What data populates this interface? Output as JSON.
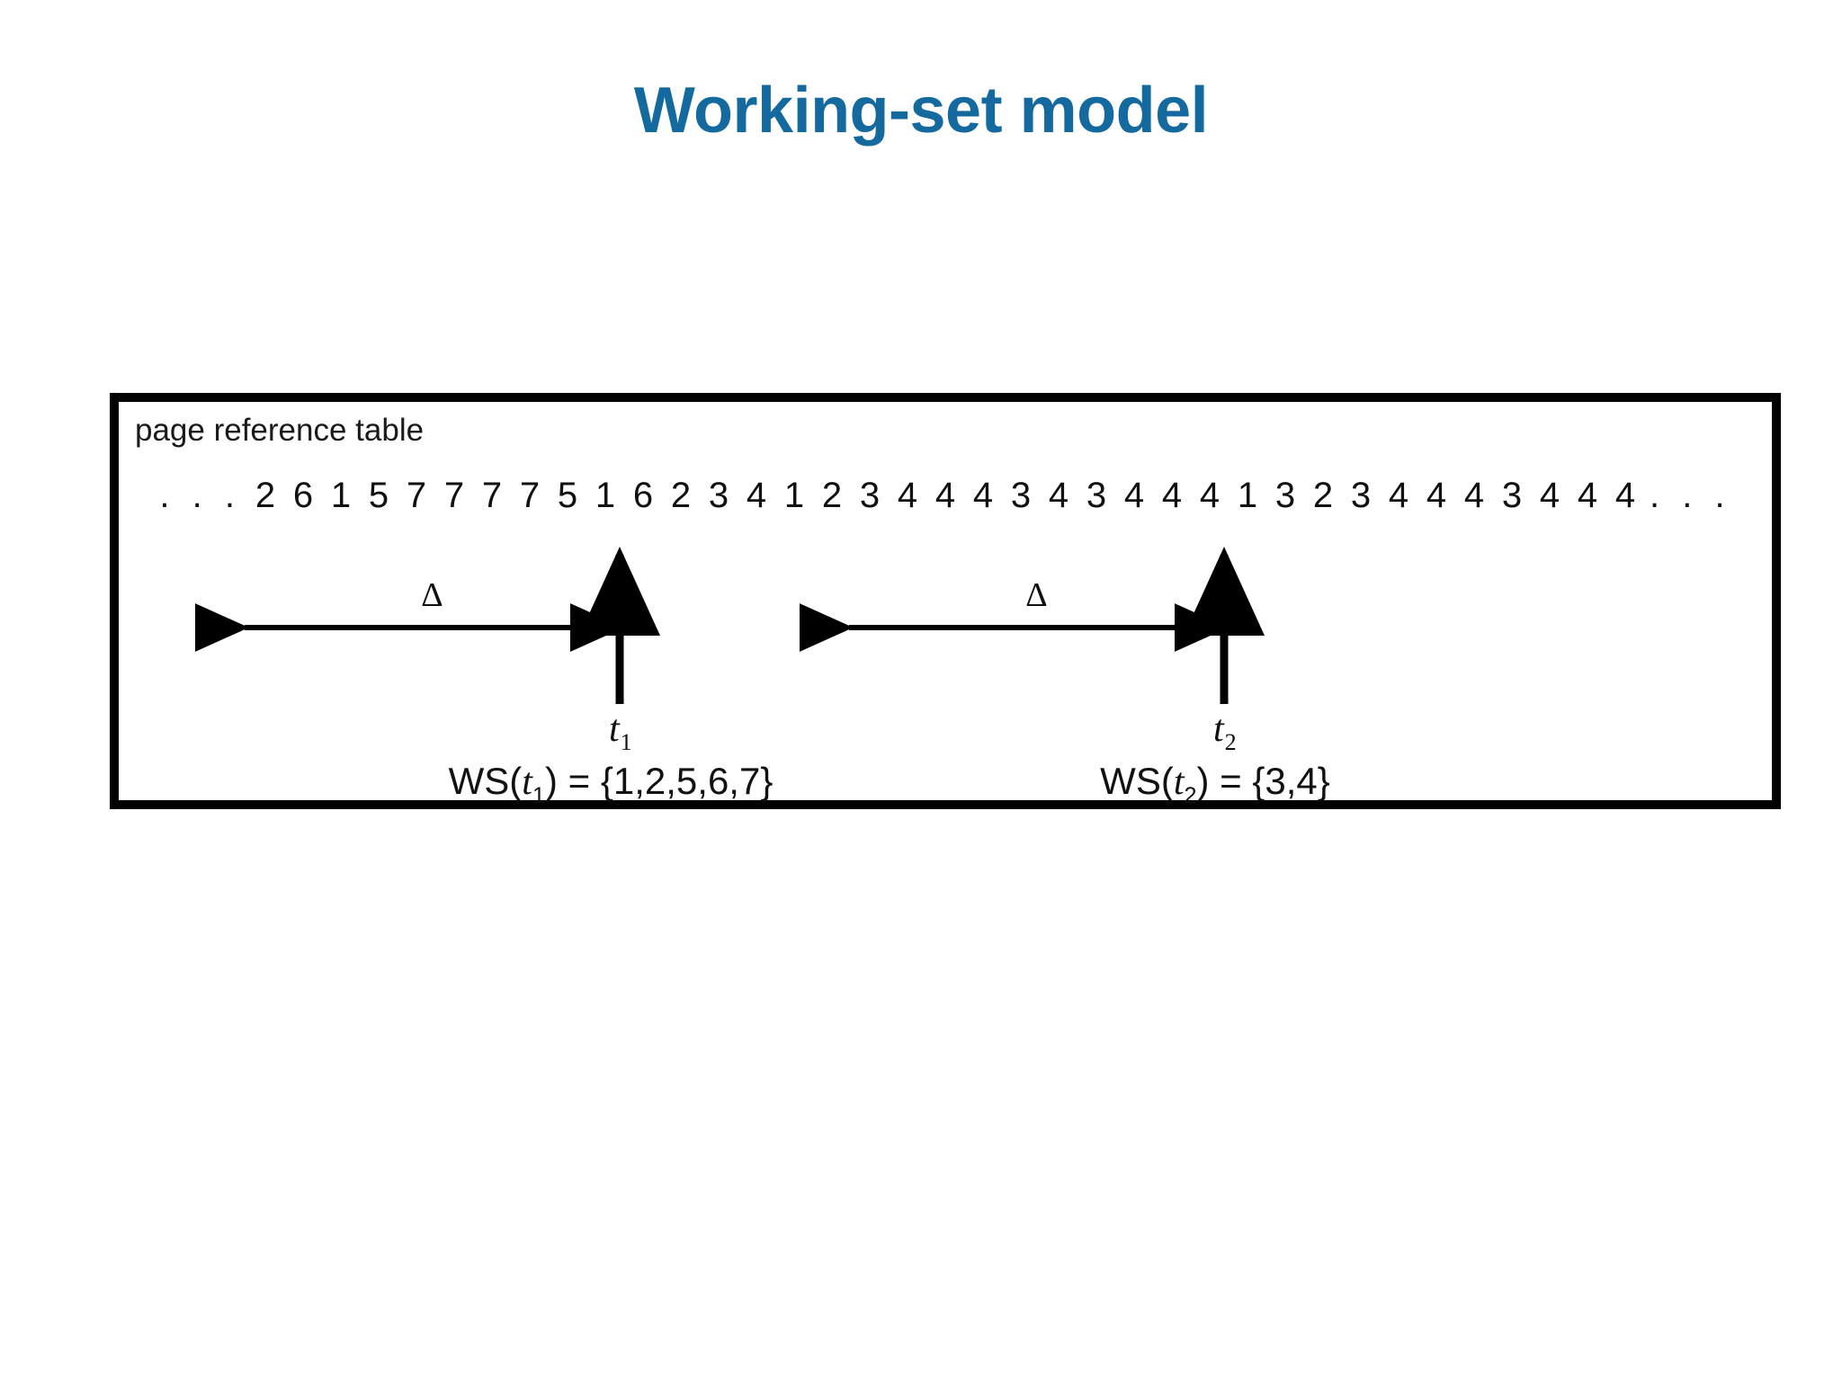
{
  "slide": {
    "title": "Working-set model",
    "title_color": "#14699f",
    "background": "#ffffff"
  },
  "figure": {
    "caption": "page reference table",
    "border_color": "#000000",
    "leading_ellipsis": ". . .",
    "trailing_ellipsis": ". . .",
    "reference_string": [
      "2",
      "6",
      "1",
      "5",
      "7",
      "7",
      "7",
      "7",
      "5",
      "1",
      "6",
      "2",
      "3",
      "4",
      "1",
      "2",
      "3",
      "4",
      "4",
      "4",
      "3",
      "4",
      "3",
      "4",
      "4",
      "4",
      "1",
      "3",
      "2",
      "3",
      "4",
      "4",
      "4",
      "3",
      "4",
      "4",
      "4"
    ],
    "markers": [
      {
        "id": "t1",
        "delta_label": "Δ",
        "time_label": "t",
        "time_subscript": "1",
        "window_start_index": 0,
        "window_end_index": 9,
        "equation_prefix": "WS(",
        "equation_var": "t",
        "equation_sub": "1",
        "equation_middle": ") = {",
        "equation_set": "1,2,5,6,7",
        "equation_suffix": "}"
      },
      {
        "id": "t2",
        "delta_label": "Δ",
        "time_label": "t",
        "time_subscript": "2",
        "window_start_index": 16,
        "window_end_index": 25,
        "equation_prefix": "WS(",
        "equation_var": "t",
        "equation_sub": "2",
        "equation_middle": ") = {",
        "equation_set": "3,4",
        "equation_suffix": "}"
      }
    ]
  }
}
